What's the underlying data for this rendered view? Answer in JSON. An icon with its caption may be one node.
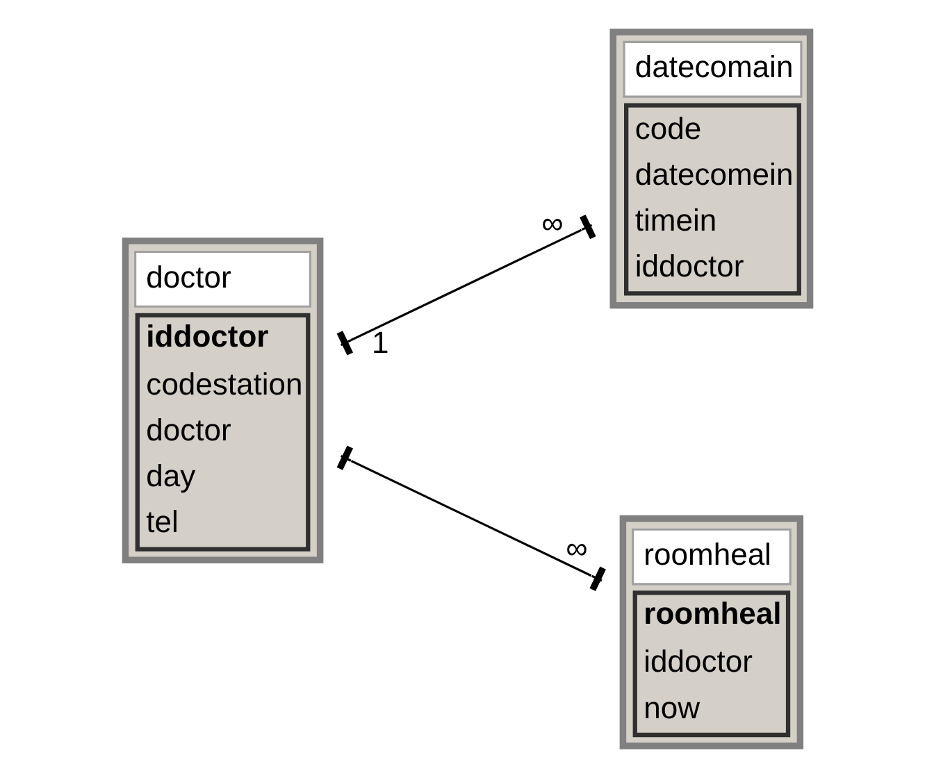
{
  "diagram": {
    "nodes": [
      {
        "text": [
          "doctor",
          "iddoctor",
          "codestation",
          "doctor",
          "day",
          "tel"
        ]
      },
      {
        "text": [
          "datecomain",
          "code",
          "datecomein",
          "timein",
          "iddoctor"
        ]
      },
      {
        "text": [
          "roomheal",
          "roomheal",
          "iddoctor",
          "now"
        ]
      }
    ],
    "edges": [
      {
        "from": 0,
        "to": 1,
        "arrow": "other"
      },
      {
        "from": 0,
        "to": 2,
        "arrow": "other"
      }
    ],
    "labels": [
      "1",
      "∞",
      "∞"
    ]
  }
}
